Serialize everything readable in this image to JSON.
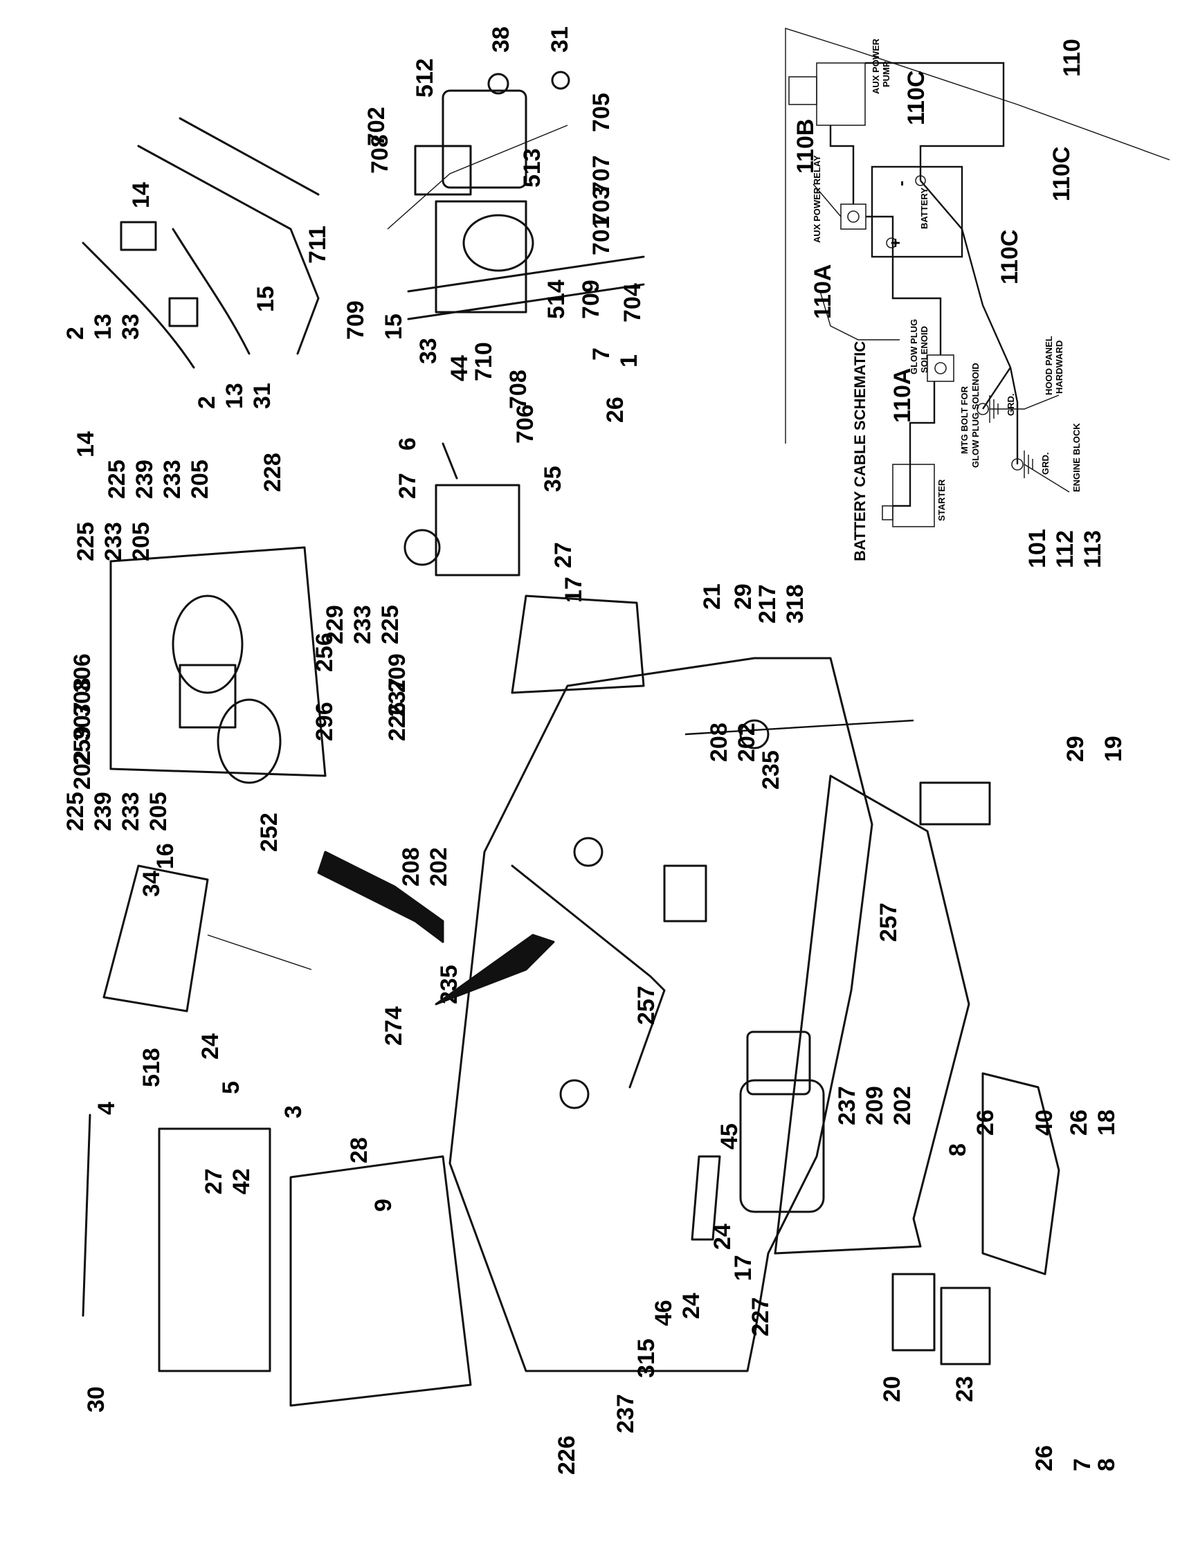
{
  "schematic": {
    "title": "BATTERY CABLE SCHEMATIC",
    "components": {
      "starter": "STARTER",
      "mtg_bolt_line1": "MTG BOLT FOR",
      "mtg_bolt_line2": "GLOW PLUG SOLENOID",
      "glow_plug_line1": "GLOW PLUG",
      "glow_plug_line2": "SOLENOID",
      "battery": "BATTERY",
      "aux_relay": "AUX POWER RELAY",
      "aux_pump_line1": "AUX POWER",
      "aux_pump_line2": "PUMP",
      "hood_panel_line1": "HOOD PANEL",
      "hood_panel_line2": "HARDWARD",
      "engine_block": "ENGINE BLOCK",
      "ground_1": "GRD.",
      "ground_2": "GRD.",
      "plus": "+",
      "minus": "-"
    },
    "callouts": [
      "110",
      "110C",
      "110B",
      "110C",
      "110C",
      "110A",
      "110A",
      "101",
      "112",
      "113"
    ]
  },
  "callouts": {
    "valve_group": [
      "512",
      "38",
      "31",
      "702",
      "708",
      "705",
      "513",
      "707",
      "703",
      "701",
      "711",
      "709",
      "15",
      "33",
      "514",
      "709",
      "704",
      "44",
      "710",
      "7",
      "1",
      "708",
      "26",
      "706"
    ],
    "hose_group": [
      "14",
      "2",
      "13",
      "33",
      "15",
      "2",
      "13",
      "31",
      "14"
    ],
    "manifold_group": [
      "6",
      "27",
      "35",
      "27",
      "17"
    ],
    "solenoid_group": [
      "225",
      "239",
      "233",
      "205",
      "228",
      "225",
      "233",
      "205",
      "229",
      "233",
      "225",
      "256",
      "306",
      "308",
      "307",
      "259",
      "202",
      "296",
      "209",
      "237",
      "226",
      "225",
      "239",
      "233",
      "205",
      "252"
    ],
    "frame_group": [
      "21",
      "29",
      "217",
      "318",
      "29",
      "19",
      "208",
      "202",
      "235",
      "208",
      "202",
      "235",
      "257",
      "257",
      "274"
    ],
    "module_group": [
      "16",
      "34",
      "518",
      "24",
      "5"
    ],
    "battery_group": [
      "4",
      "27",
      "42",
      "3",
      "30",
      "28",
      "9",
      "315",
      "237",
      "226"
    ],
    "starter_group": [
      "45",
      "46",
      "24",
      "24",
      "17",
      "227",
      "237",
      "209",
      "202"
    ],
    "bracket_group": [
      "8",
      "26",
      "40",
      "26",
      "18",
      "20",
      "23",
      "26",
      "7",
      "8"
    ]
  }
}
